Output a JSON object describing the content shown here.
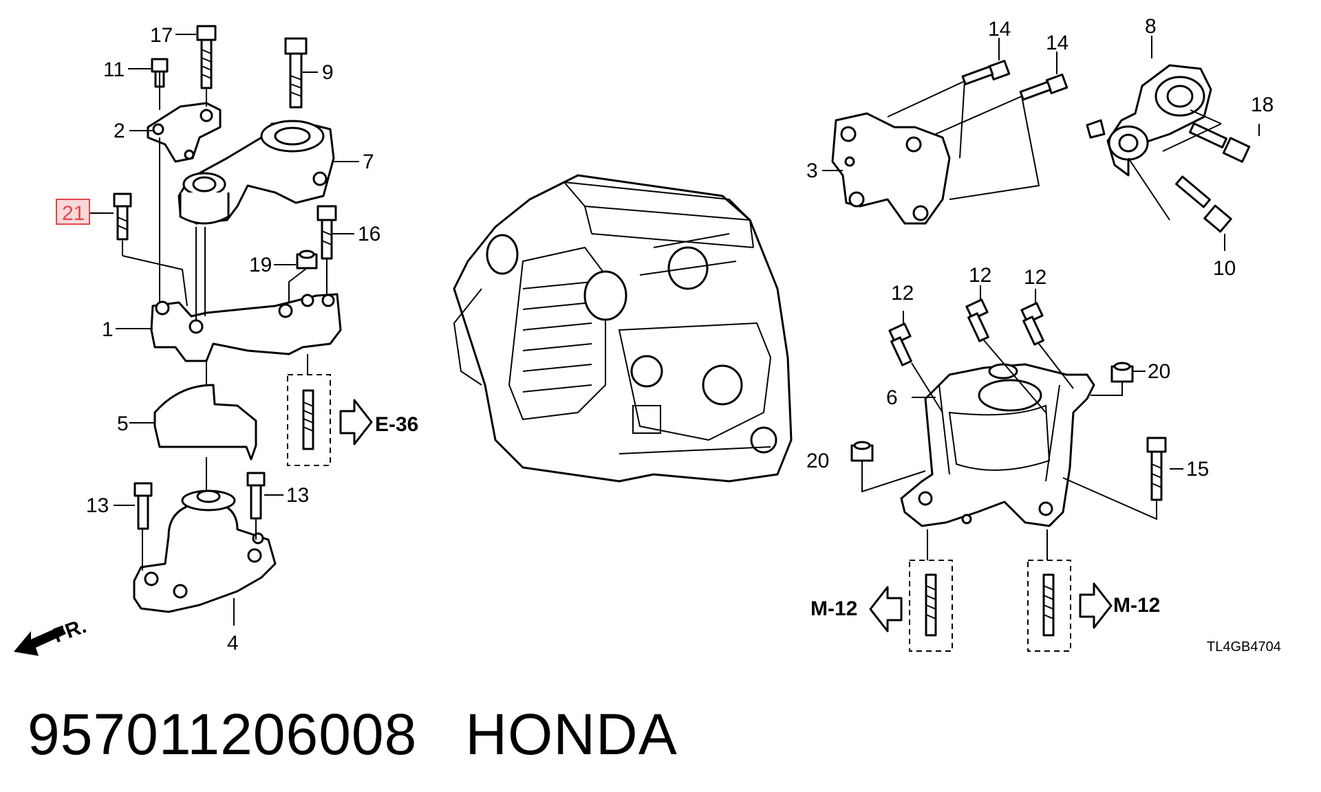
{
  "callouts": {
    "c1": "1",
    "c2": "2",
    "c3": "3",
    "c4": "4",
    "c5": "5",
    "c6": "6",
    "c7": "7",
    "c8": "8",
    "c9": "9",
    "c10": "10",
    "c11": "11",
    "c12a": "12",
    "c12b": "12",
    "c12c": "12",
    "c13a": "13",
    "c13b": "13",
    "c14a": "14",
    "c14b": "14",
    "c15": "15",
    "c16": "16",
    "c17": "17",
    "c18": "18",
    "c19": "19",
    "c20a": "20",
    "c20b": "20",
    "c21": "21"
  },
  "highlighted_callout": "21",
  "highlight_color": "#e0474c",
  "references": {
    "e36": "E-36",
    "m12_left": "M-12",
    "m12_right": "M-12",
    "front": "FR."
  },
  "diagram_code": "TL4GB4704",
  "footer": {
    "part_number": "957011206008",
    "brand": "HONDA"
  }
}
